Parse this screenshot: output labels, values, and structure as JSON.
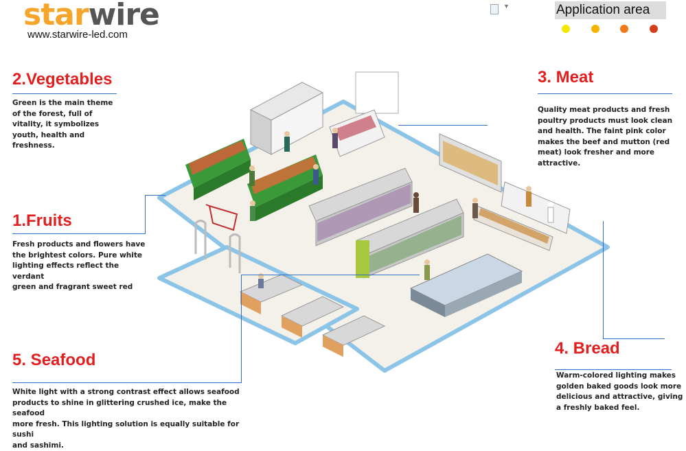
{
  "brand": {
    "logo_part1": "star",
    "logo_part2": "wire",
    "url": "www.starwire-led.com"
  },
  "legend": {
    "title": "Application area",
    "colors": [
      "#f5e800",
      "#f6b400",
      "#f07a1a",
      "#d63d1c"
    ]
  },
  "sections": {
    "vegetables": {
      "title": "2.Vegetables",
      "lines": [
        "Green is the main theme",
        "of the forest, full of",
        "vitality, it symbolizes",
        "youth, health and",
        "freshness."
      ]
    },
    "fruits": {
      "title": "1.Fruits",
      "lines": [
        "Fresh products and flowers have",
        "the brightest colors.  Pure white",
        "lighting effects reflect the verdant",
        "green and fragrant sweet red"
      ]
    },
    "seafood": {
      "title": "5. Seafood",
      "lines": [
        "White light with a strong contrast effect allows seafood",
        "products to shine in glittering crushed ice, make the seafood",
        "more fresh. This lighting solution is equally suitable for sushi",
        "and sashimi."
      ]
    },
    "meat": {
      "title": "3. Meat",
      "lines": [
        "Quality meat products and fresh",
        "poultry products must look clean",
        "and health. The faint pink color",
        "makes the beef and mutton (red",
        "meat) look fresher and more",
        "attractive."
      ]
    },
    "bread": {
      "title": "4. Bread",
      "lines": [
        "Warm-colored lighting makes",
        "golden baked goods look more",
        "delicious and attractive, giving",
        "a freshly baked feel."
      ]
    }
  }
}
